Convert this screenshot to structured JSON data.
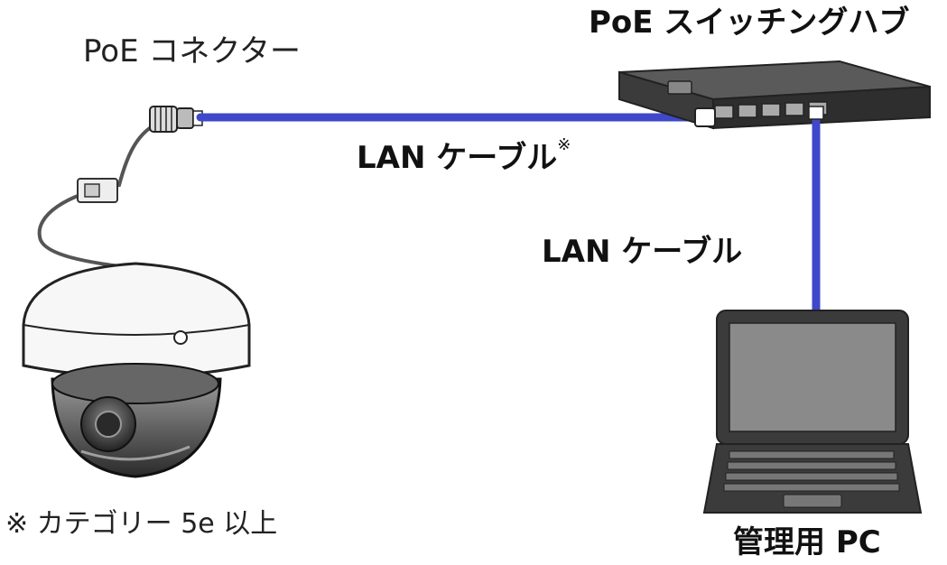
{
  "labels": {
    "poe_connector": "PoE コネクター",
    "poe_switch": "PoE スイッチングハブ",
    "lan_cable_1": "LAN ケーブル",
    "lan_cable_1_mark": "※",
    "lan_cable_2": "LAN ケーブル",
    "admin_pc": "管理用 PC",
    "footnote": "※ カテゴリー 5e 以上"
  },
  "colors": {
    "cable": "#3f48c8",
    "device_dark": "#3b3b3b",
    "screen": "#8a8a8a"
  }
}
